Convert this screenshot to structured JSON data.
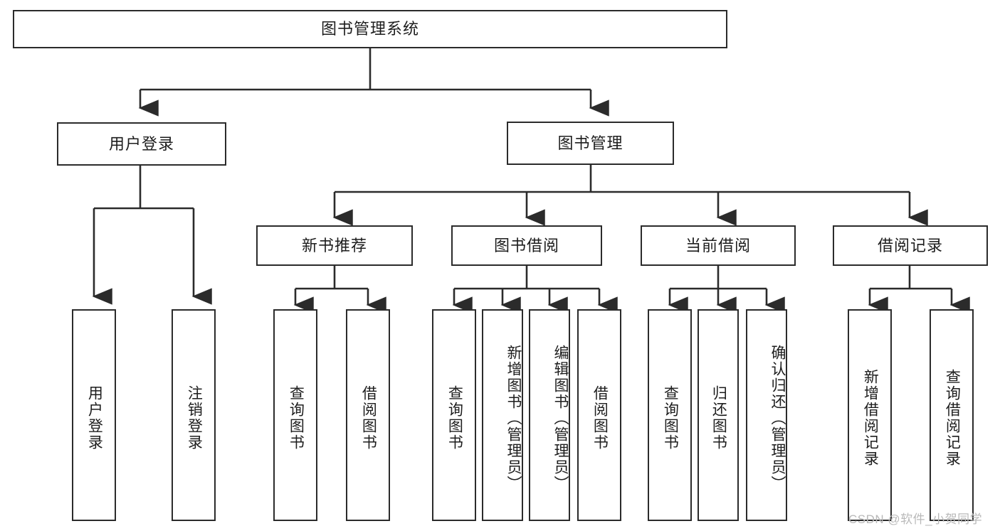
{
  "diagram": {
    "title": "图书管理系统",
    "type": "hierarchy-tree",
    "colors": {
      "box_border": "#2b2b2b",
      "box_fill": "#ffffff",
      "connector": "#2b2b2b",
      "text": "#1d1d1d",
      "watermark": "#b9b9b9",
      "background": "#ffffff"
    },
    "root": {
      "label": "图书管理系统"
    },
    "level2": [
      {
        "label": "用户登录"
      },
      {
        "label": "图书管理"
      }
    ],
    "level3": [
      {
        "label": "新书推荐"
      },
      {
        "label": "图书借阅"
      },
      {
        "label": "当前借阅"
      },
      {
        "label": "借阅记录"
      }
    ],
    "leaves": {
      "user_login": [
        {
          "label": "用户登录"
        },
        {
          "label": "注销登录"
        }
      ],
      "new_book_recommend": [
        {
          "label": "查询图书"
        },
        {
          "label": "借阅图书"
        }
      ],
      "book_borrow": [
        {
          "label": "查询图书"
        },
        {
          "label": "新增图书（管理员）"
        },
        {
          "label": "编辑图书（管理员）"
        },
        {
          "label": "借阅图书"
        }
      ],
      "current_borrow": [
        {
          "label": "查询图书"
        },
        {
          "label": "归还图书"
        },
        {
          "label": "确认归还（管理员）"
        }
      ],
      "borrow_record": [
        {
          "label": "新增借阅记录"
        },
        {
          "label": "查询借阅记录"
        }
      ]
    }
  },
  "watermark": {
    "text": "CSDN @软件_小贺同学"
  }
}
